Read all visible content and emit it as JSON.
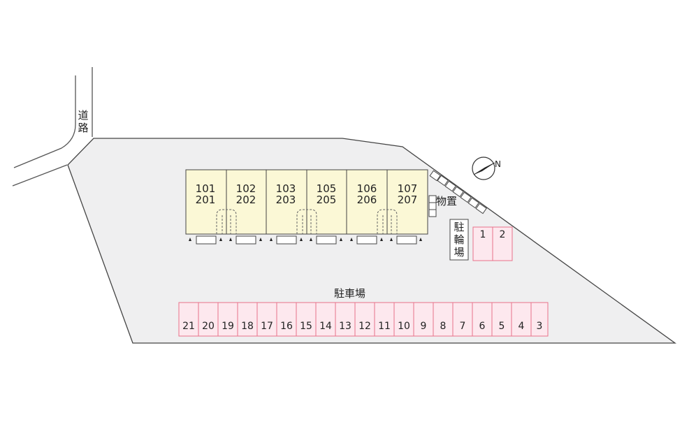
{
  "road_label": "道路",
  "storage_label": "物置",
  "bicycle_parking_label": "駐輪場",
  "parking_label": "駐車場",
  "north_label": "N",
  "units": [
    {
      "lower": "101",
      "upper": "201"
    },
    {
      "lower": "102",
      "upper": "202"
    },
    {
      "lower": "103",
      "upper": "203"
    },
    {
      "lower": "105",
      "upper": "205"
    },
    {
      "lower": "106",
      "upper": "206"
    },
    {
      "lower": "107",
      "upper": "207"
    }
  ],
  "bicycle_stalls": [
    "1",
    "2"
  ],
  "parking_stalls": [
    "21",
    "20",
    "19",
    "18",
    "17",
    "16",
    "15",
    "14",
    "13",
    "12",
    "11",
    "10",
    "9",
    "8",
    "7",
    "6",
    "5",
    "4",
    "3"
  ],
  "colors": {
    "lot": "#efeff0",
    "building": "#fbf8d6",
    "stall_fill": "#fde8ee",
    "stall_border": "#e8728a",
    "outline": "#333333"
  }
}
